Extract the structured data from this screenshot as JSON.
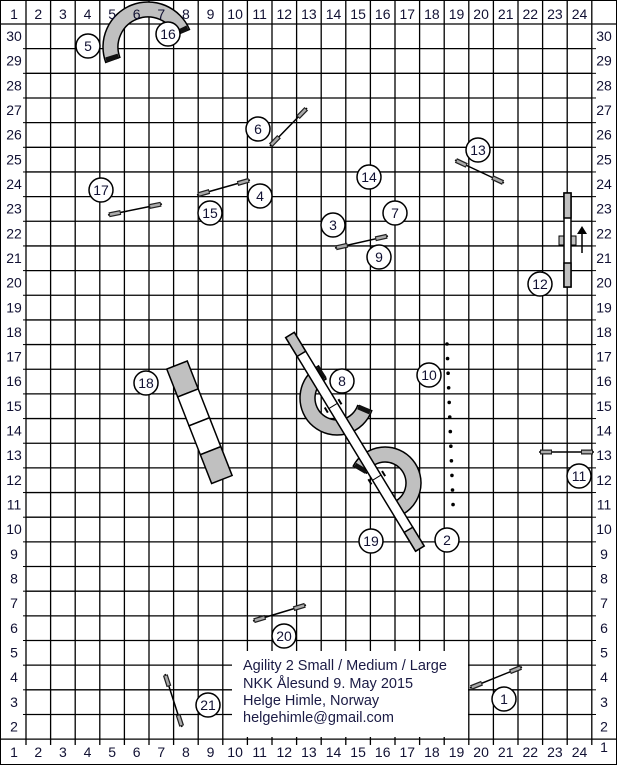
{
  "course": {
    "column_labels": [
      "1",
      "2",
      "3",
      "4",
      "5",
      "6",
      "7",
      "8",
      "9",
      "10",
      "11",
      "12",
      "13",
      "14",
      "15",
      "16",
      "17",
      "18",
      "19",
      "20",
      "21",
      "22",
      "23",
      "24"
    ],
    "row_labels": [
      "30",
      "29",
      "28",
      "27",
      "26",
      "25",
      "24",
      "23",
      "22",
      "21",
      "20",
      "19",
      "18",
      "17",
      "16",
      "15",
      "14",
      "13",
      "12",
      "11",
      "10",
      "9",
      "8",
      "7",
      "6",
      "5",
      "4",
      "3",
      "2",
      "1"
    ],
    "obstacle_numbers": [
      "1",
      "2",
      "3",
      "4",
      "5",
      "6",
      "7",
      "8",
      "9",
      "10",
      "11",
      "12",
      "13",
      "14",
      "15",
      "16",
      "17",
      "18",
      "19",
      "20",
      "21"
    ],
    "info": {
      "title": "Agility 2 Small / Medium / Large",
      "event": "NKK Ålesund 9. May 2015",
      "judge": "Helge Himle, Norway",
      "email": "helgehimle@gmail.com"
    }
  },
  "colors": {
    "grid": "#000000",
    "equipment": "#c0c0c0",
    "text": "#111133"
  }
}
